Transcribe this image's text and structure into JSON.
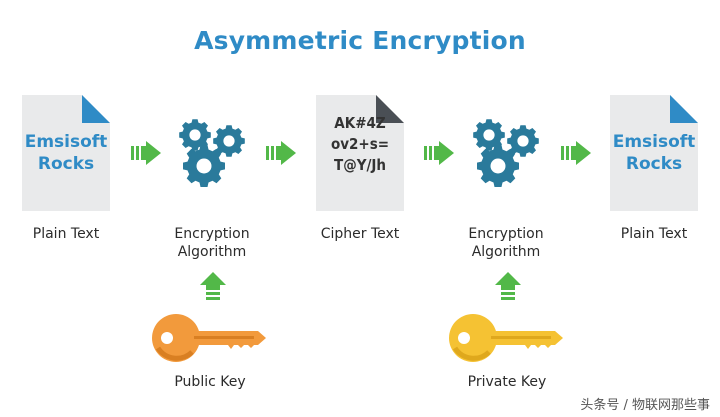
{
  "title": "Asymmetric Encryption",
  "plain_doc_1": {
    "line1": "Emsisoft",
    "line2": "Rocks",
    "caption": "Plain Text"
  },
  "algorithm_1": {
    "caption_line1": "Encryption",
    "caption_line2": "Algorithm"
  },
  "cipher_doc": {
    "line1": "AK#4Z",
    "line2": "ov2+s=",
    "line3": "T@Y/Jh",
    "caption": "Cipher Text"
  },
  "algorithm_2": {
    "caption_line1": "Encryption",
    "caption_line2": "Algorithm"
  },
  "plain_doc_2": {
    "line1": "Emsisoft",
    "line2": "Rocks",
    "caption": "Plain Text"
  },
  "public_key": {
    "caption": "Public Key"
  },
  "private_key": {
    "caption": "Private Key"
  },
  "watermark": "头条号 / 物联网那些事",
  "colors": {
    "title_blue": "#2f8bc6",
    "document_gray": "#e9eaeb",
    "plain_corner_blue": "#2f8bc6",
    "cipher_corner_dark": "#4a4f55",
    "gear_teal": "#2a7a9b",
    "arrow_green": "#52b848",
    "public_key_orange": "#f29a3c",
    "private_key_yellow": "#f5c233"
  },
  "icons": [
    "document-icon",
    "gear-cluster-icon",
    "arrow-right-icon",
    "arrow-up-icon",
    "key-icon"
  ]
}
